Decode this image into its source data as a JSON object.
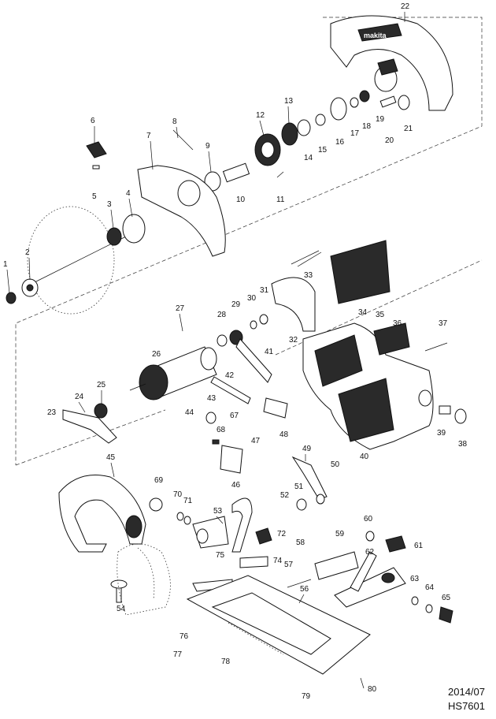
{
  "footer": {
    "date": "2014/07",
    "model": "HS7601"
  },
  "parts": [
    "1",
    "2",
    "3",
    "4",
    "5",
    "6",
    "7",
    "8",
    "9",
    "10",
    "11",
    "12",
    "13",
    "14",
    "15",
    "16",
    "17",
    "18",
    "19",
    "20",
    "21",
    "22",
    "23",
    "24",
    "25",
    "26",
    "27",
    "28",
    "29",
    "30",
    "31",
    "32",
    "33",
    "34",
    "35",
    "36",
    "37",
    "38",
    "39",
    "40",
    "41",
    "42",
    "43",
    "44",
    "45",
    "46",
    "47",
    "48",
    "49",
    "50",
    "51",
    "52",
    "53",
    "54",
    "56",
    "57",
    "58",
    "59",
    "60",
    "61",
    "62",
    "63",
    "64",
    "65",
    "67",
    "68",
    "69",
    "70",
    "71",
    "72",
    "74",
    "75",
    "76",
    "77",
    "78",
    "79",
    "80"
  ],
  "callouts": {
    "p1": "1",
    "p2": "2",
    "p3": "3",
    "p4": "4",
    "p5": "5",
    "p6": "6",
    "p7": "7",
    "p8": "8",
    "p9": "9",
    "p10": "10",
    "p11": "11",
    "p12": "12",
    "p13": "13",
    "p14": "14",
    "p15": "15",
    "p16": "16",
    "p17": "17",
    "p18": "18",
    "p19": "19",
    "p20": "20",
    "p21": "21",
    "p22": "22",
    "p23": "23",
    "p24": "24",
    "p25": "25",
    "p26": "26",
    "p27": "27",
    "p28": "28",
    "p29": "29",
    "p30": "30",
    "p31": "31",
    "p32": "32",
    "p33": "33",
    "p34": "34",
    "p35": "35",
    "p36": "36",
    "p37": "37",
    "p38": "38",
    "p39": "39",
    "p40": "40",
    "p41": "41",
    "p42": "42",
    "p43": "43",
    "p44": "44",
    "p45": "45",
    "p46": "46",
    "p47": "47",
    "p48": "48",
    "p49": "49",
    "p50": "50",
    "p51": "51",
    "p52": "52",
    "p53": "53",
    "p54": "54",
    "p56": "56",
    "p57": "57",
    "p58": "58",
    "p59": "59",
    "p60": "60",
    "p61": "61",
    "p62": "62",
    "p63": "63",
    "p64": "64",
    "p65": "65",
    "p67": "67",
    "p68": "68",
    "p69": "69",
    "p70": "70",
    "p71": "71",
    "p72": "72",
    "p74": "74",
    "p75": "75",
    "p76": "76",
    "p77": "77",
    "p78": "78",
    "p79": "79",
    "p80": "80"
  },
  "logo": "makita"
}
